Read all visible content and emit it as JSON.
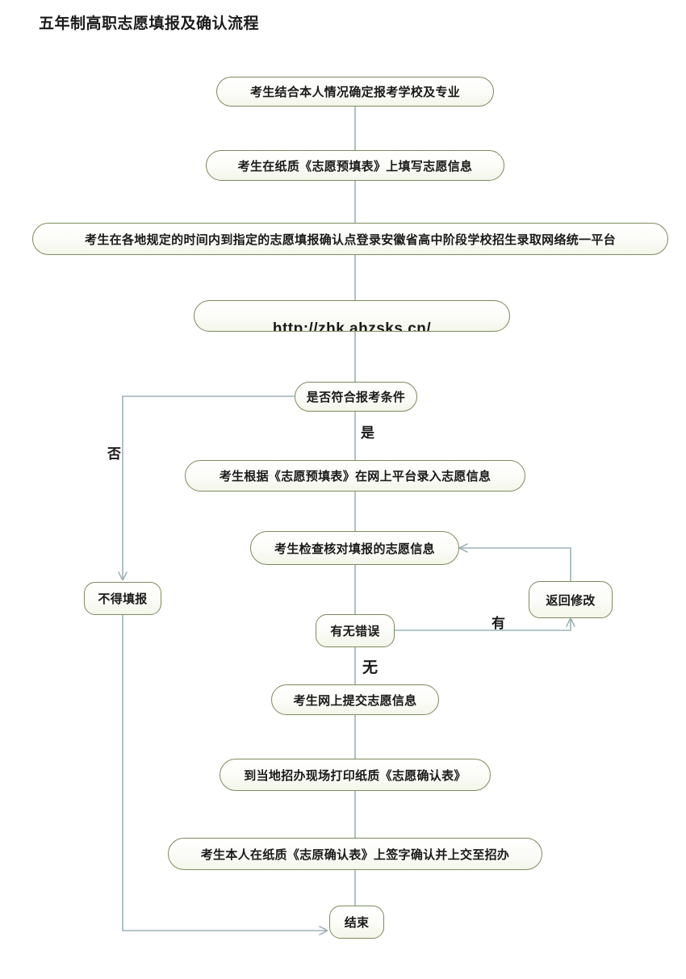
{
  "title": "五年制高职志愿填报及确认流程",
  "colors": {
    "node_border": "#7d8a5e",
    "node_fill": "#f7faf0",
    "connector": "#9fb0b8",
    "text": "#1a1a1a",
    "background": "#ffffff"
  },
  "nodes": {
    "choose_school": "考生结合本人情况确定报考学校及专业",
    "fill_paper_form": "考生在纸质《志愿预填表》上填写志愿信息",
    "login_platform": "考生在各地规定的时间内到指定的志愿填报确认点登录安徽省高中阶段学校招生录取网络统一平台",
    "platform_url": "http://zhk.ahzsks.cn/",
    "eligibility_check": "是否符合报考条件",
    "not_allowed": "不得填报",
    "enter_online": "考生根据《志愿预填表》在网上平台录入志愿信息",
    "verify_info": "考生检查核对填报的志愿信息",
    "has_error": "有无错误",
    "return_modify": "返回修改",
    "submit_online": "考生网上提交志愿信息",
    "print_form": "到当地招办现场打印纸质《志愿确认表》",
    "sign_submit": "考生本人在纸质《志原确认表》上签字确认并上交至招办",
    "end": "结束"
  },
  "edge_labels": {
    "eligibility_yes": "是",
    "eligibility_no": "否",
    "error_yes": "有",
    "error_no": "无"
  },
  "chart_data": {
    "type": "diagram",
    "diagram_kind": "flowchart",
    "orientation": "top-to-bottom",
    "title": "五年制高职志愿填报及确认流程",
    "steps": [
      {
        "id": "choose_school",
        "label": "考生结合本人情况确定报考学校及专业",
        "shape": "pill"
      },
      {
        "id": "fill_paper_form",
        "label": "考生在纸质《志愿预填表》上填写志愿信息",
        "shape": "pill"
      },
      {
        "id": "login_platform",
        "label": "考生在各地规定的时间内到指定的志愿填报确认点登录安徽省高中阶段学校招生录取网络统一平台",
        "shape": "pill"
      },
      {
        "id": "platform_url",
        "label": "http://zhk.ahzsks.cn/",
        "shape": "pill"
      },
      {
        "id": "eligibility_check",
        "label": "是否符合报考条件",
        "shape": "pill"
      },
      {
        "id": "not_allowed",
        "label": "不得填报",
        "shape": "round"
      },
      {
        "id": "enter_online",
        "label": "考生根据《志愿预填表》在网上平台录入志愿信息",
        "shape": "pill"
      },
      {
        "id": "verify_info",
        "label": "考生检查核对填报的志愿信息",
        "shape": "pill"
      },
      {
        "id": "has_error",
        "label": "有无错误",
        "shape": "round"
      },
      {
        "id": "return_modify",
        "label": "返回修改",
        "shape": "round"
      },
      {
        "id": "submit_online",
        "label": "考生网上提交志愿信息",
        "shape": "pill"
      },
      {
        "id": "print_form",
        "label": "到当地招办现场打印纸质《志愿确认表》",
        "shape": "pill"
      },
      {
        "id": "sign_submit",
        "label": "考生本人在纸质《志原确认表》上签字确认并上交至招办",
        "shape": "pill"
      },
      {
        "id": "end",
        "label": "结束",
        "shape": "round"
      }
    ],
    "edges": [
      {
        "from": "choose_school",
        "to": "fill_paper_form",
        "label": ""
      },
      {
        "from": "fill_paper_form",
        "to": "login_platform",
        "label": ""
      },
      {
        "from": "login_platform",
        "to": "platform_url",
        "label": ""
      },
      {
        "from": "platform_url",
        "to": "eligibility_check",
        "label": ""
      },
      {
        "from": "eligibility_check",
        "to": "enter_online",
        "label": "是"
      },
      {
        "from": "eligibility_check",
        "to": "not_allowed",
        "label": "否"
      },
      {
        "from": "enter_online",
        "to": "verify_info",
        "label": ""
      },
      {
        "from": "verify_info",
        "to": "has_error",
        "label": ""
      },
      {
        "from": "has_error",
        "to": "return_modify",
        "label": "有"
      },
      {
        "from": "return_modify",
        "to": "verify_info",
        "label": ""
      },
      {
        "from": "has_error",
        "to": "submit_online",
        "label": "无"
      },
      {
        "from": "submit_online",
        "to": "print_form",
        "label": ""
      },
      {
        "from": "print_form",
        "to": "sign_submit",
        "label": ""
      },
      {
        "from": "sign_submit",
        "to": "end",
        "label": ""
      },
      {
        "from": "not_allowed",
        "to": "end",
        "label": ""
      }
    ]
  }
}
